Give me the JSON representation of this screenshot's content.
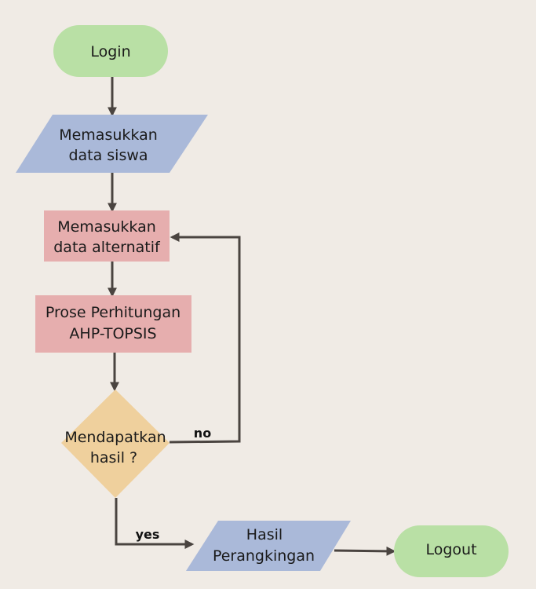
{
  "colors": {
    "background": "#f0ebe5",
    "terminal": "#b9e0a5",
    "io": "#aab9d9",
    "process": "#e6aeae",
    "decision": "#efd09d",
    "edge": "#4a4440"
  },
  "nodes": {
    "login": {
      "shape": "terminal",
      "lines": [
        "Login"
      ]
    },
    "input_siswa": {
      "shape": "parallelogram",
      "lines": [
        "Memasukkan",
        "data siswa"
      ]
    },
    "input_alternatif": {
      "shape": "rectangle",
      "lines": [
        "Memasukkan",
        "data alternatif"
      ]
    },
    "proses": {
      "shape": "rectangle",
      "lines": [
        "Prose Perhitungan",
        "AHP-TOPSIS"
      ]
    },
    "decision": {
      "shape": "diamond",
      "lines": [
        "Mendapatkan",
        "hasil ?"
      ]
    },
    "hasil": {
      "shape": "parallelogram",
      "lines": [
        "Hasil",
        "Perangkingan"
      ]
    },
    "logout": {
      "shape": "terminal",
      "lines": [
        "Logout"
      ]
    }
  },
  "edges": {
    "login_to_input_siswa": {
      "from": "login",
      "to": "input_siswa",
      "label": ""
    },
    "input_siswa_to_input_alternatif": {
      "from": "input_siswa",
      "to": "input_alternatif",
      "label": ""
    },
    "input_alternatif_to_proses": {
      "from": "input_alternatif",
      "to": "proses",
      "label": ""
    },
    "proses_to_decision": {
      "from": "proses",
      "to": "decision",
      "label": ""
    },
    "decision_no": {
      "from": "decision",
      "to": "input_alternatif",
      "label": "no"
    },
    "decision_yes": {
      "from": "decision",
      "to": "hasil",
      "label": "yes"
    },
    "hasil_to_logout": {
      "from": "hasil",
      "to": "logout",
      "label": ""
    }
  }
}
